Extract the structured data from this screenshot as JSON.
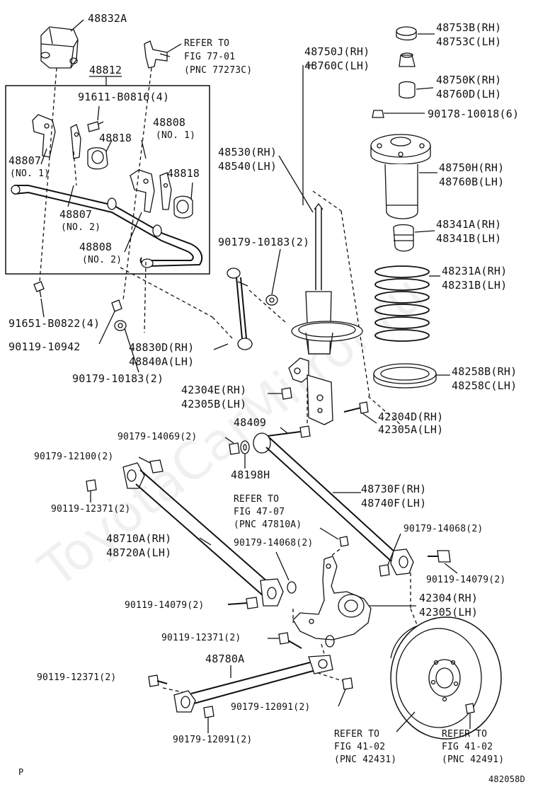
{
  "watermark": "ToyotaCarMirror.ru",
  "corner_code": "P",
  "figure_number": "482058D",
  "labels": {
    "p48832A": "48832A",
    "refer_77_l1": "REFER TO",
    "refer_77_l2": "FIG 77-01",
    "refer_77_l3": "(PNC 77273C)",
    "p48812": "48812",
    "p91611": "91611-B0816(4)",
    "p48808a": "48808",
    "p48808a_no": "(NO. 1)",
    "p48818a": "48818",
    "p48807a": "48807",
    "p48807a_no": "(NO. 1)",
    "p48818b": "48818",
    "p48807b": "48807",
    "p48807b_no": "(NO. 2)",
    "p48808b": "48808",
    "p48808b_no": "(NO. 2)",
    "p91651": "91651-B0822(4)",
    "p90119_10942": "90119-10942",
    "p48830D": "48830D(RH)",
    "p48840A": "48840A(LH)",
    "p90179_10183a": "90179-10183(2)",
    "p90179_10183b": "90179-10183(2)",
    "p48750J": "48750J(RH)",
    "p48760C": "48760C(LH)",
    "p48753B": "48753B(RH)",
    "p48753C": "48753C(LH)",
    "p48750K": "48750K(RH)",
    "p48760D": "48760D(LH)",
    "p90178": "90178-10018(6)",
    "p48530": "48530(RH)",
    "p48540": "48540(LH)",
    "p48750H": "48750H(RH)",
    "p48760B": "48760B(LH)",
    "p48341A": "48341A(RH)",
    "p48341B": "48341B(LH)",
    "p48231A": "48231A(RH)",
    "p48231B": "48231B(LH)",
    "p48258B": "48258B(RH)",
    "p48258C": "48258C(LH)",
    "p42304E": "42304E(RH)",
    "p42305B": "42305B(LH)",
    "p42304D": "42304D(RH)",
    "p42305A": "42305A(LH)",
    "p48409": "48409",
    "p90179_14069": "90179-14069(2)",
    "p48198H": "48198H",
    "p90179_12100": "90179-12100(2)",
    "p90119_12371a": "90119-12371(2)",
    "p48730F": "48730F(RH)",
    "p48740F": "48740F(LH)",
    "refer_47_l1": "REFER TO",
    "refer_47_l2": "FIG 47-07",
    "refer_47_l3": "(PNC 47810A)",
    "p48710A": "48710A(RH)",
    "p48720A": "48720A(LH)",
    "p90179_14068a": "90179-14068(2)",
    "p90179_14068b": "90179-14068(2)",
    "p90119_14079a": "90119-14079(2)",
    "p90119_14079b": "90119-14079(2)",
    "p42304": "42304(RH)",
    "p42305": "42305(LH)",
    "p90119_12371b": "90119-12371(2)",
    "p48780A": "48780A",
    "p90119_12371c": "90119-12371(2)",
    "p90179_12091a": "90179-12091(2)",
    "p90179_12091b": "90179-12091(2)",
    "refer_41a_l1": "REFER TO",
    "refer_41a_l2": "FIG 41-02",
    "refer_41a_l3": "(PNC 42431)",
    "refer_41b_l1": "REFER TO",
    "refer_41b_l2": "FIG 41-02",
    "refer_41b_l3": "(PNC 42491)"
  }
}
